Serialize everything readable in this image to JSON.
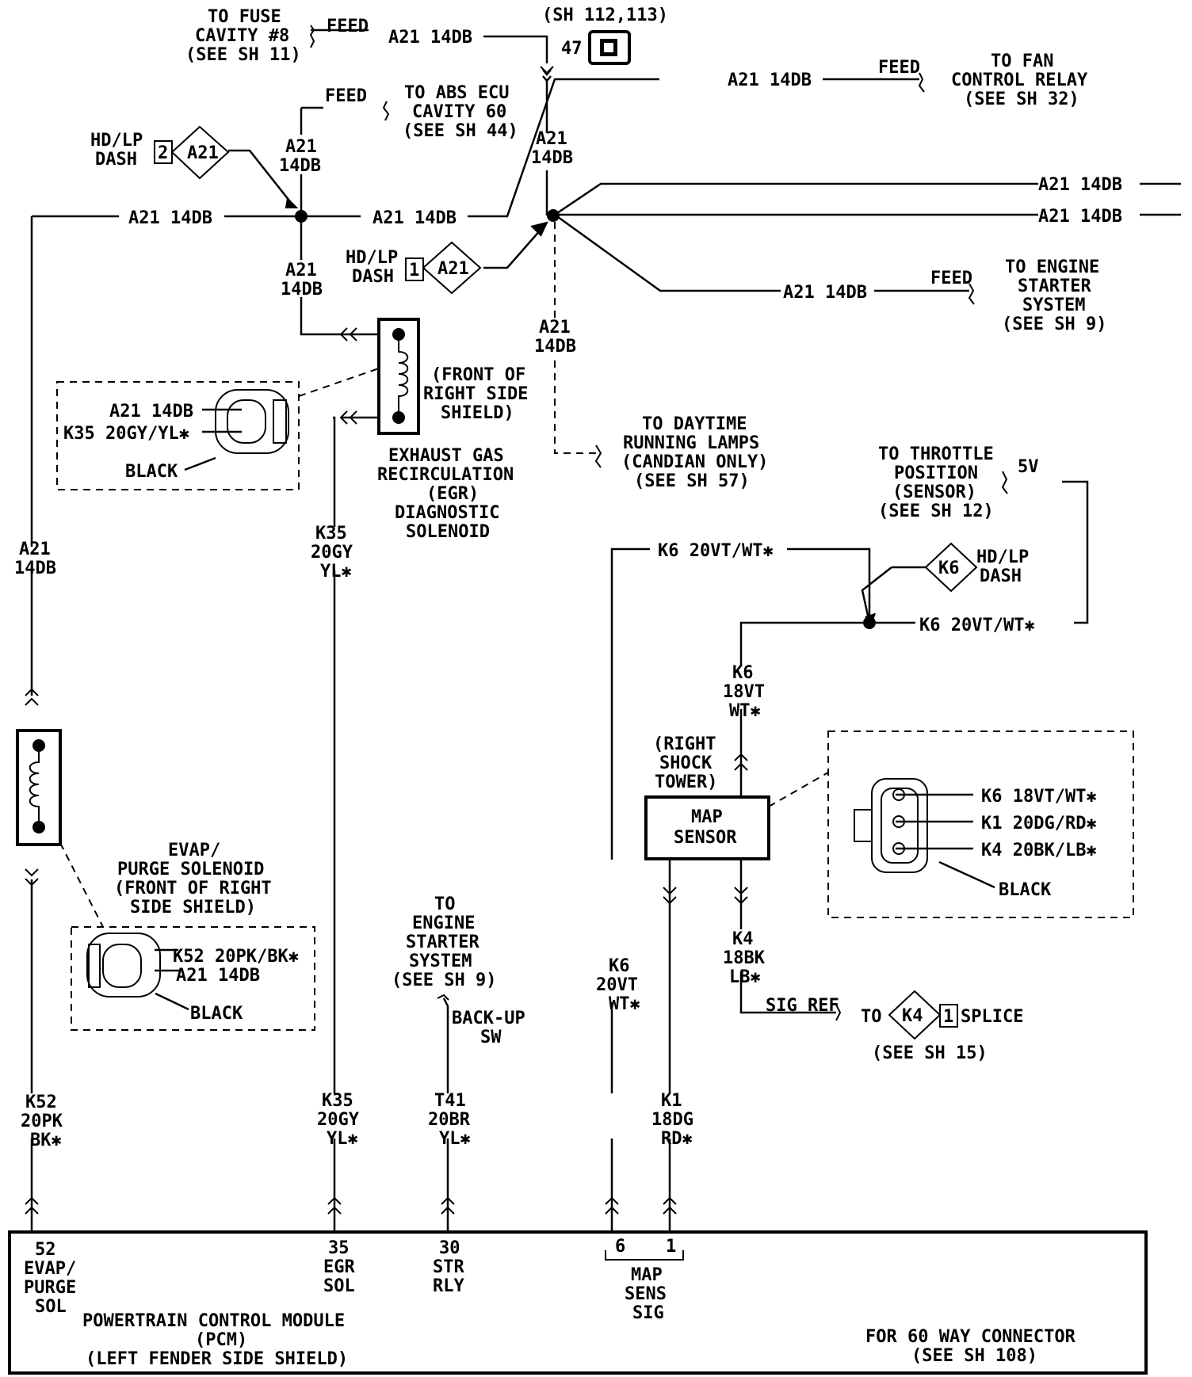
{
  "top": {
    "fuse_feed": [
      "TO FUSE",
      "CAVITY #8",
      "(SEE SH 11)"
    ],
    "feed": "FEED",
    "sheet_ref": "(SH 112,113)",
    "pin47": "47",
    "abs_feed": [
      "TO ABS ECU",
      "CAVITY 60",
      "(SEE SH 44)"
    ],
    "fan_feed": [
      "TO FAN",
      "CONTROL RELAY",
      "(SEE SH 32)"
    ],
    "starter_feed": [
      "TO ENGINE",
      "STARTER",
      "SYSTEM",
      "(SEE SH 9)"
    ],
    "drl": [
      "TO DAYTIME",
      "RUNNING LAMPS",
      "(CANDIAN ONLY)",
      "(SEE SH 57)"
    ],
    "tps": [
      "TO THROTTLE",
      "POSITION",
      "(SENSOR)",
      "(SEE SH 12)"
    ],
    "tps_5v": "5V"
  },
  "wires": {
    "a21": "A21 14DB",
    "a21_a": "A21",
    "a21_b": "14DB",
    "k35_a": "K35",
    "k35_b": "20GY",
    "k35_c": "YL✱",
    "k6_full": "K6 20VT/WT✱",
    "k6_18_a": "K6",
    "k6_18_b": "18VT",
    "k6_18_c": "WT✱",
    "k4_a": "K4",
    "k4_b": "18BK",
    "k4_c": "LB✱",
    "k52_a": "K52",
    "k52_b": "20PK",
    "k52_c": "BK✱",
    "t41_a": "T41",
    "t41_b": "20BR",
    "t41_c": "YL✱",
    "k6_20_a": "K6",
    "k6_20_b": "20VT",
    "k6_20_c": "WT✱",
    "k1_a": "K1",
    "k1_b": "18DG",
    "k1_c": "RD✱"
  },
  "splices": {
    "hdlp1": [
      "HD/LP",
      "DASH"
    ],
    "hdlp1_num": "2",
    "hdlp1_tag": "A21",
    "hdlp2_num": "1",
    "hdlp2_tag": "A21",
    "k6_tag": "K6",
    "k4_tag": "K4",
    "k4_num": "1"
  },
  "egr": {
    "location": [
      "(FRONT OF",
      "RIGHT SIDE",
      "SHIELD)"
    ],
    "name": [
      "EXHAUST GAS",
      "RECIRCULATION",
      "(EGR)",
      "DIAGNOSTIC",
      "SOLENOID"
    ],
    "conn_a21": "A21 14DB",
    "conn_k35": "K35 20GY/YL✱",
    "black": "BLACK"
  },
  "evap": {
    "name": [
      "EVAP/",
      "PURGE SOLENOID",
      "(FRONT OF RIGHT",
      "SIDE SHIELD)"
    ],
    "conn_k52": "K52 20PK/BK✱",
    "conn_a21": "A21 14DB",
    "black": "BLACK"
  },
  "map": {
    "location": [
      "(RIGHT",
      "SHOCK",
      "TOWER)"
    ],
    "name": [
      "MAP",
      "SENSOR"
    ],
    "conn_k6": "K6 18VT/WT✱",
    "conn_k1": "K1 20DG/RD✱",
    "conn_k4": "K4 20BK/LB✱",
    "black": "BLACK",
    "sig_ref": "SIG REF",
    "to": "TO",
    "splice": "SPLICE",
    "splice_ref": "(SEE SH 15)"
  },
  "starter_relay": {
    "label": [
      "TO",
      "ENGINE",
      "STARTER",
      "SYSTEM",
      "(SEE SH 9)"
    ],
    "backup": [
      "BACK-UP",
      "SW"
    ]
  },
  "pcm": {
    "pin52": [
      "52",
      "EVAP/",
      "PURGE",
      "SOL"
    ],
    "pin35": [
      "35",
      "EGR",
      "SOL"
    ],
    "pin30": [
      "30",
      "STR",
      "RLY"
    ],
    "pin6": "6",
    "pin1": "1",
    "map_sig": [
      "MAP",
      "SENS",
      "SIG"
    ],
    "name": [
      "POWERTRAIN CONTROL MODULE",
      "(PCM)",
      "(LEFT FENDER SIDE SHIELD)"
    ],
    "connector": [
      "FOR 60 WAY CONNECTOR",
      "(SEE SH 108)"
    ]
  }
}
